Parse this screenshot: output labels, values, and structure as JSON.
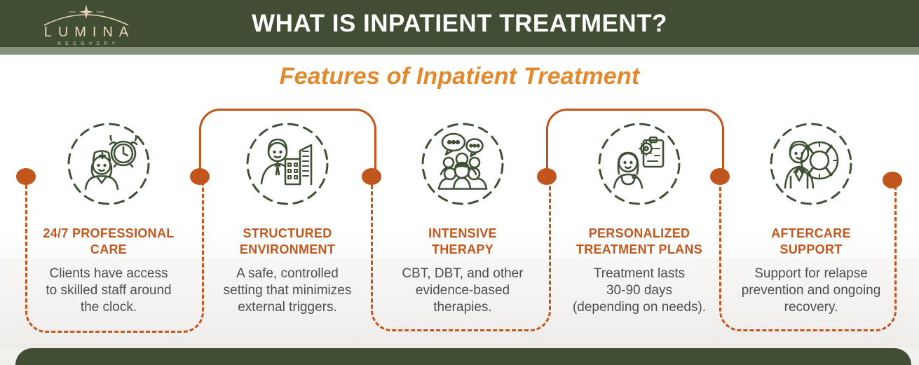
{
  "header": {
    "logo": {
      "name": "LUMINA",
      "tagline": "RECOVERY"
    },
    "title": "WHAT IS INPATIENT TREATMENT?"
  },
  "subtitle": "Features of Inpatient Treatment",
  "colors": {
    "header_green": "#414e33",
    "sage_strip": "#87927c",
    "accent_orange": "#c0551e",
    "heading_orange": "#c2581f",
    "subtitle_orange": "#e1892c",
    "icon_green": "#3e5134",
    "body_gray": "#4e4e4e",
    "logo_cream": "#e9d7b8"
  },
  "features": [
    {
      "icon": "nurse-alarm-clock-icon",
      "heading_lines": [
        "24/7 PROFESSIONAL",
        "CARE"
      ],
      "description_lines": [
        "Clients have access",
        "to skilled staff around",
        "the clock."
      ]
    },
    {
      "icon": "person-buildings-icon",
      "heading_lines": [
        "STRUCTURED",
        "ENVIRONMENT"
      ],
      "description_lines": [
        "A safe, controlled",
        "setting that minimizes",
        "external triggers."
      ]
    },
    {
      "icon": "group-therapy-icon",
      "heading_lines": [
        "INTENSIVE",
        "THERAPY"
      ],
      "description_lines": [
        "CBT, DBT, and other",
        "evidence-based",
        "therapies."
      ]
    },
    {
      "icon": "clinician-treatment-plan-icon",
      "heading_lines": [
        "PERSONALIZED",
        "TREATMENT PLANS"
      ],
      "description_lines": [
        "Treatment lasts",
        "30-90 days",
        "(depending on needs)."
      ]
    },
    {
      "icon": "person-lifebuoy-icon",
      "heading_lines": [
        "AFTERCARE",
        "SUPPORT"
      ],
      "description_lines": [
        "Support for relapse",
        "prevention and ongoing",
        "recovery."
      ]
    }
  ]
}
